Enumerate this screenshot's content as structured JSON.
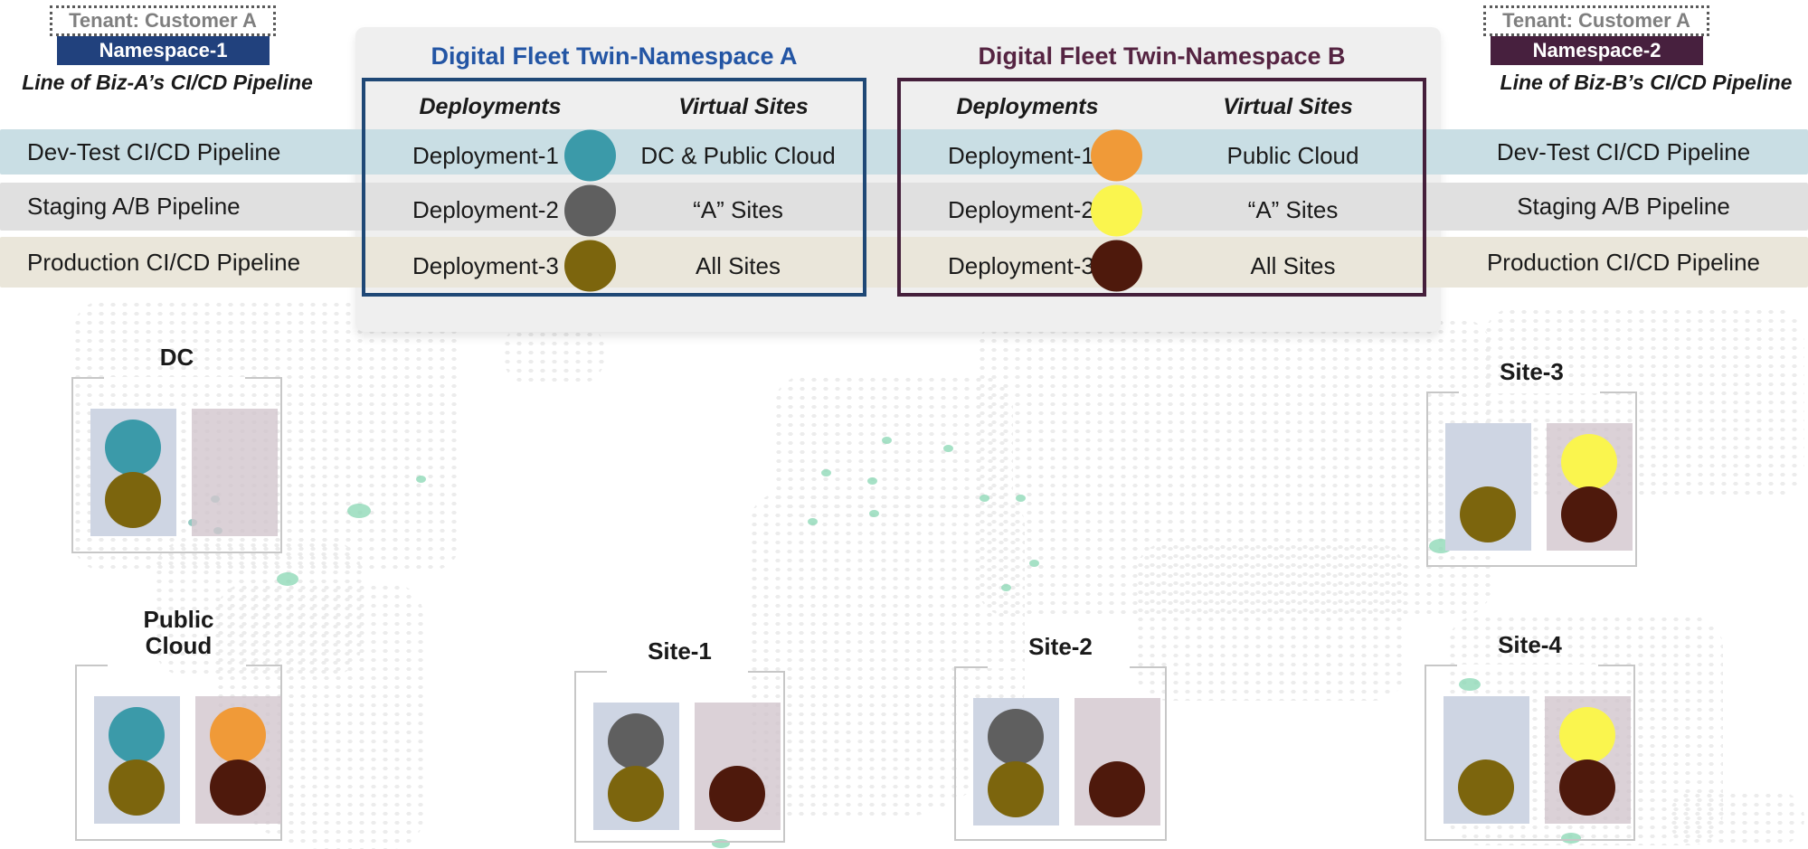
{
  "tenant_left": {
    "label": "Tenant: Customer A",
    "namespace": "Namespace-1",
    "pipeline_title": "Line of Biz-A’s CI/CD Pipeline"
  },
  "tenant_right": {
    "label": "Tenant: Customer A",
    "namespace": "Namespace-2",
    "pipeline_title": "Line of Biz-B’s CI/CD Pipeline"
  },
  "pipeline_rows": [
    "Dev-Test CI/CD Pipeline",
    "Staging A/B Pipeline",
    "Production CI/CD Pipeline"
  ],
  "panels": [
    {
      "title": "Digital Fleet Twin-Namespace A",
      "col_deployments": "Deployments",
      "col_virtual_sites": "Virtual Sites",
      "rows": [
        {
          "deployment": "Deployment-1",
          "dot_color": "#3b9aa9",
          "sites": "DC & Public Cloud"
        },
        {
          "deployment": "Deployment-2",
          "dot_color": "#5f5f5f",
          "sites": "“A” Sites"
        },
        {
          "deployment": "Deployment-3",
          "dot_color": "#7c650d",
          "sites": "All  Sites"
        }
      ]
    },
    {
      "title": "Digital Fleet Twin-Namespace B",
      "col_deployments": "Deployments",
      "col_virtual_sites": "Virtual Sites",
      "rows": [
        {
          "deployment": "Deployment-1",
          "dot_color": "#f09a38",
          "sites": "Public Cloud"
        },
        {
          "deployment": "Deployment-2",
          "dot_color": "#faf54e",
          "sites": "“A” Sites"
        },
        {
          "deployment": "Deployment-3",
          "dot_color": "#4e190c",
          "sites": "All  Sites"
        }
      ]
    }
  ],
  "sites": [
    {
      "name": "DC"
    },
    {
      "name": "Public Cloud"
    },
    {
      "name": "Site-1"
    },
    {
      "name": "Site-2"
    },
    {
      "name": "Site-3"
    },
    {
      "name": "Site-4"
    }
  ],
  "colors": {
    "teal": "#3b9aa9",
    "gray": "#5f5f5f",
    "olive": "#7c650d",
    "orange": "#f09a38",
    "yellow": "#faf54e",
    "maroon": "#4e190c",
    "navy_bar": "#21417d",
    "plum_bar": "#47203e",
    "blue_border": "#1f4876",
    "blue_title": "#2355a4",
    "plum_border": "#451f3b",
    "plum_title": "#552442",
    "band_teal": "#c9dee4",
    "band_gray": "#e0e0e0",
    "band_tan": "#eae6da",
    "rack_left": "#ced5e3",
    "rack_right": "rgba(210,198,205,0.8)",
    "map_dot": "#ececec",
    "accent": "#90d9b8"
  }
}
